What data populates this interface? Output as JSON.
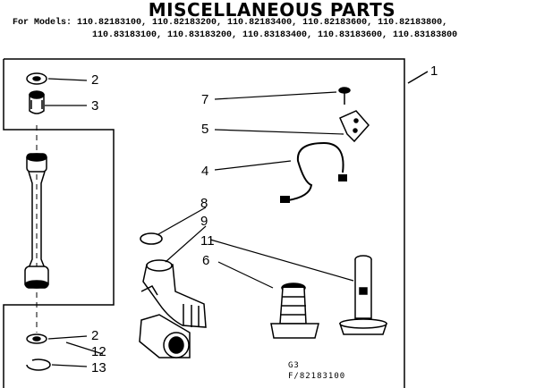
{
  "title": "MISCELLANEOUS PARTS",
  "models": {
    "prefix": "For Models:",
    "line1": "110.82183100, 110.82183200, 110.82183400, 110.82183600, 110.82183800,",
    "line2": "110.83183100, 110.83183200, 110.83183400, 110.83183600, 110.83183800"
  },
  "callouts": {
    "c1": "1",
    "c2_top": "2",
    "c3": "3",
    "c2_bottom": "2",
    "c12": "12",
    "c13": "13",
    "c7": "7",
    "c5": "5",
    "c4": "4",
    "c8": "8",
    "c9": "9",
    "c11": "11",
    "c6": "6"
  },
  "footer": {
    "code1": "G3",
    "code2": "F/82183100"
  }
}
